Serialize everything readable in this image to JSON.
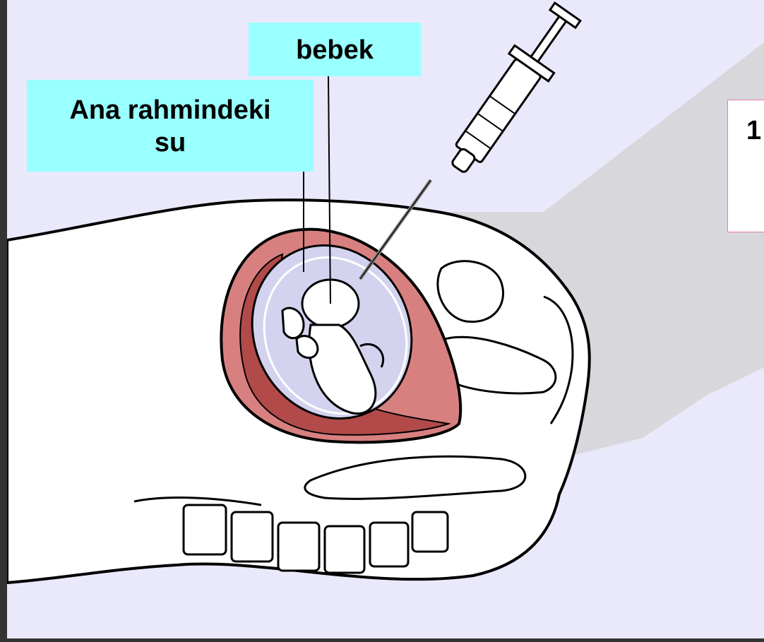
{
  "labels": {
    "amniotic_fluid_line1": "Ana rahmindeki",
    "amniotic_fluid_line2": "su",
    "baby": "bebek"
  },
  "side_box": {
    "text": "1"
  },
  "colors": {
    "background": "#e9e9fb",
    "frame": "#333333",
    "label_fill": "#99ffff",
    "uterus_wall": "#d88080",
    "uterus_dark": "#b24a4a",
    "amniotic_sac": "#d3d3ef",
    "body_fill": "#ffffff",
    "shadow": "#d7d7dc",
    "side_box_border": "#e87aa8"
  },
  "icons": {
    "syringe": "syringe-icon"
  }
}
